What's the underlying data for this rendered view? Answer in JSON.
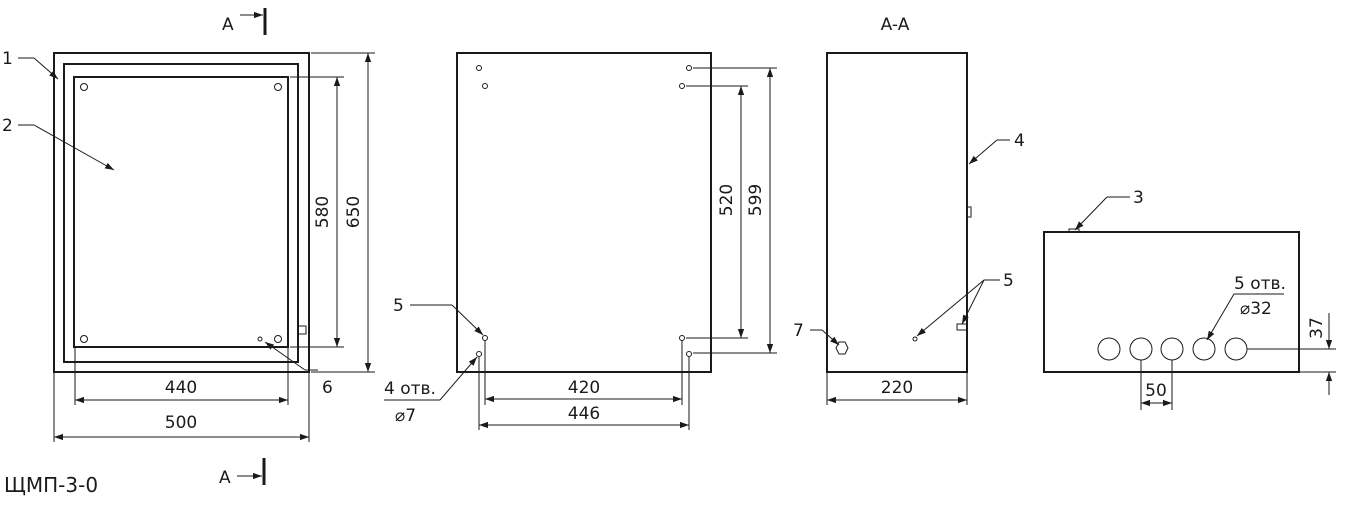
{
  "drawing": {
    "section_mark_top": "A",
    "section_mark_bottom": "A",
    "section_view_title": "A-A",
    "product_code": "ЩМП-3-0"
  },
  "callouts": {
    "c1": "1",
    "c2": "2",
    "c3": "3",
    "c4": "4",
    "c5_back": "5",
    "c5_side": "5",
    "c6": "6",
    "c7": "7"
  },
  "front_view": {
    "dim_width_inner": "440",
    "dim_width_outer": "500",
    "dim_height_inner": "580",
    "dim_height_outer": "650"
  },
  "back_view": {
    "dim_hole_spacing_inner": "420",
    "dim_hole_spacing_outer": "446",
    "dim_height_inner": "520",
    "dim_height_outer": "599",
    "holes_note_count": "4 отв.",
    "holes_note_dia": "⌀7"
  },
  "side_view": {
    "dim_depth": "220"
  },
  "bottom_view": {
    "holes_note_count": "5 отв.",
    "holes_note_dia": "⌀32",
    "dim_hole_pitch": "50",
    "dim_hole_offset": "37"
  }
}
